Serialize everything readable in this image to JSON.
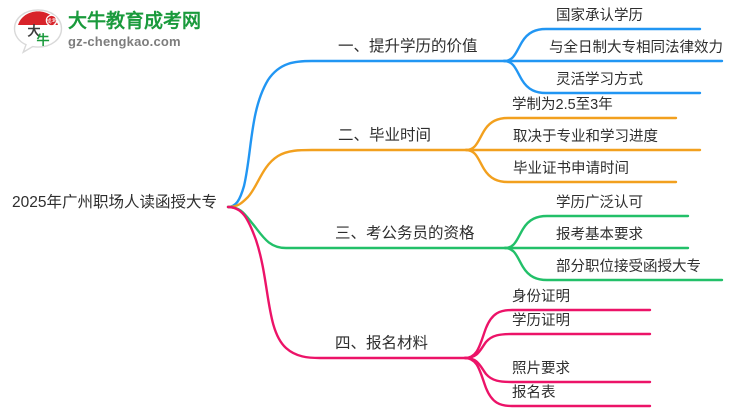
{
  "logo": {
    "mark_icon": "daniu-speech-bubble-logo-icon",
    "title": "大牛教育成考网",
    "domain": "gz-chengkao.com",
    "title_color": "#1a9a3c",
    "domain_color": "#7d7d7d",
    "mark_top_color": "#d8232a",
    "mark_text": "大牛"
  },
  "mindmap": {
    "root": {
      "label": "2025年广州职场人读函授大专"
    },
    "branches": [
      {
        "label": "一、提升学历的价值",
        "color": "#2196f3",
        "children": [
          {
            "label": "国家承认学历"
          },
          {
            "label": "与全日制大专相同法律效力"
          },
          {
            "label": "灵活学习方式"
          }
        ]
      },
      {
        "label": "二、毕业时间",
        "color": "#f2a01e",
        "children": [
          {
            "label": "学制为2.5至3年"
          },
          {
            "label": "取决于专业和学习进度"
          },
          {
            "label": "毕业证书申请时间"
          }
        ]
      },
      {
        "label": "三、考公务员的资格",
        "color": "#22c069",
        "children": [
          {
            "label": "学历广泛认可"
          },
          {
            "label": "报考基本要求"
          },
          {
            "label": "部分职位接受函授大专"
          }
        ]
      },
      {
        "label": "四、报名材料",
        "color": "#ec1368",
        "children": [
          {
            "label": "身份证明"
          },
          {
            "label": "学历证明"
          },
          {
            "label": "照片要求"
          },
          {
            "label": "报名表"
          }
        ]
      }
    ]
  }
}
